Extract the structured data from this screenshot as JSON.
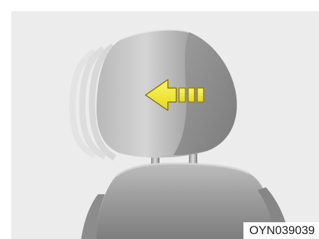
{
  "illustration": {
    "subject": "headrest-adjustment",
    "arrow_direction": "forward",
    "colors": {
      "background": "#ececec",
      "seat": "#8f8f8f",
      "arrow_fill": "#f2ea2a",
      "arrow_stroke": "#8a7a00"
    }
  },
  "figure_code": "OYN039039"
}
